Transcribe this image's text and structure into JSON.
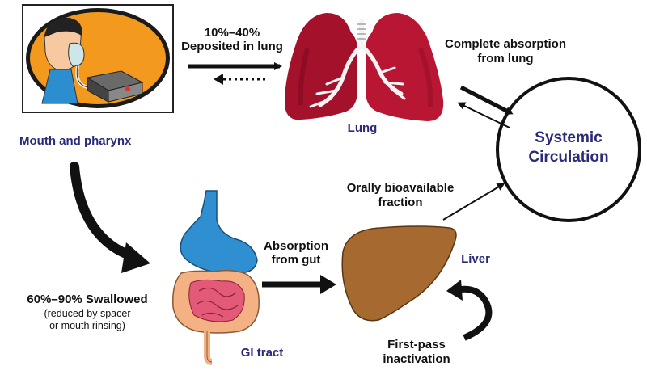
{
  "labels": {
    "mouth": "Mouth and pharynx",
    "deposited_pct": "10%–40%",
    "deposited_text": "Deposited in lung",
    "lung": "Lung",
    "complete_abs_1": "Complete absorption",
    "complete_abs_2": "from lung",
    "systemic_1": "Systemic",
    "systemic_2": "Circulation",
    "oral_1": "Orally bioavailable",
    "oral_2": "fraction",
    "abs_gut_1": "Absorption",
    "abs_gut_2": "from gut",
    "liver": "Liver",
    "swallowed": "60%–90% Swallowed",
    "swallowed_note_1": "(reduced by spacer",
    "swallowed_note_2": "or mouth rinsing)",
    "gi": "GI tract",
    "first_pass_1": "First-pass",
    "first_pass_2": "inactivation"
  },
  "colors": {
    "accent_text": "#2b2a7a",
    "lung": "#a3112a",
    "liver": "#a6692f",
    "stomach": "#2f8fd0",
    "intestine": "#f4b184",
    "small_intestine": "#e25a78",
    "portrait_bg": "#f39a1e"
  }
}
